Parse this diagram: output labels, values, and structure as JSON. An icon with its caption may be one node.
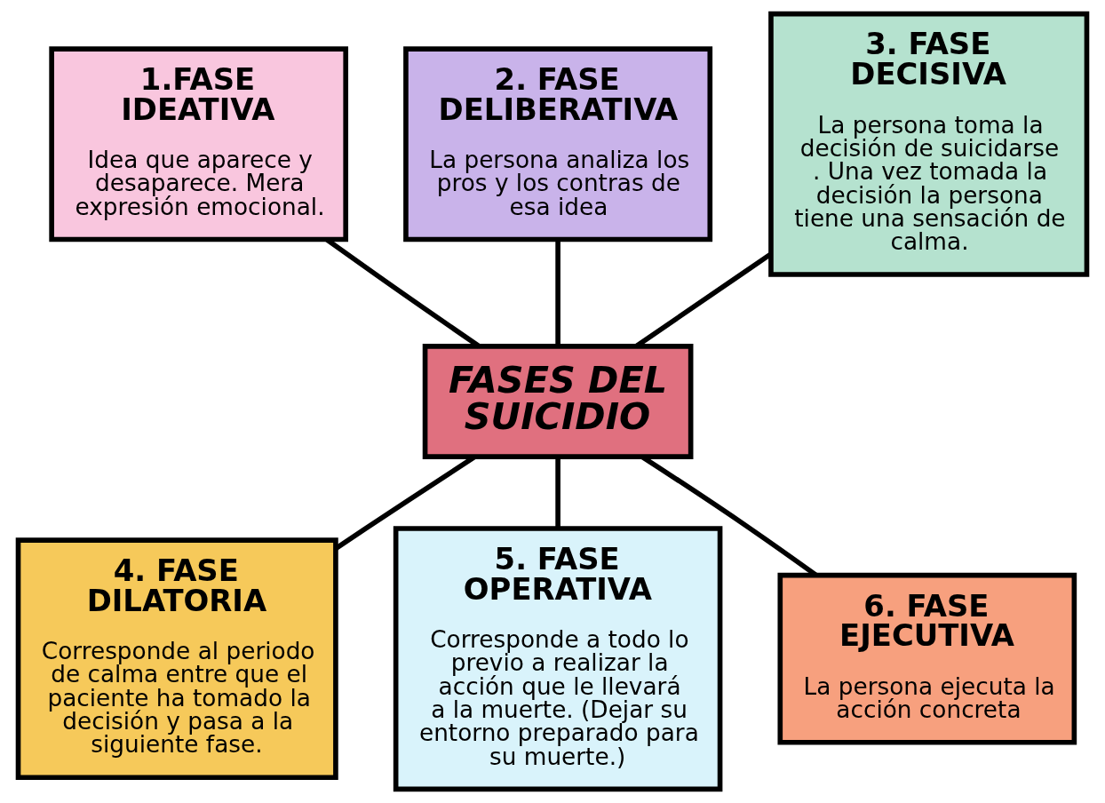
{
  "diagram": {
    "nodes": [
      {
        "text": [
          "1.FASE IDEATIVA",
          "Idea que aparece y desaparece. Mera expresión emocional."
        ]
      },
      {
        "text": [
          "2. FASE DELIBERATIVA",
          "La persona analiza los pros y los contras de esa idea"
        ]
      },
      {
        "text": [
          "3. FASE DECISIVA",
          "La persona toma la decisión de suicidarse . Una vez tomada la decisión la persona tiene una sensación de calma."
        ]
      },
      {
        "text": [
          "FASES DEL SUICIDIO"
        ]
      },
      {
        "text": [
          "4. FASE DILATORIA",
          "Corresponde al periodo de calma entre que el paciente ha tomado la decisión y pasa a la siguiente fase."
        ]
      },
      {
        "text": [
          "5. FASE OPERATIVA",
          "Corresponde a todo lo previo a realizar la acción que le llevará a la muerte. (Dejar su entorno preparado para su muerte.)"
        ]
      },
      {
        "text": [
          "6. FASE EJECUTIVA",
          "La persona ejecuta la acción concreta"
        ]
      }
    ],
    "edges": [
      {
        "from": 0,
        "to": 3,
        "arrow": "none"
      },
      {
        "from": 1,
        "to": 3,
        "arrow": "none"
      },
      {
        "from": 2,
        "to": 3,
        "arrow": "none"
      },
      {
        "from": 3,
        "to": 4,
        "arrow": "none"
      },
      {
        "from": 3,
        "to": 5,
        "arrow": "none"
      },
      {
        "from": 3,
        "to": 6,
        "arrow": "none"
      }
    ]
  }
}
